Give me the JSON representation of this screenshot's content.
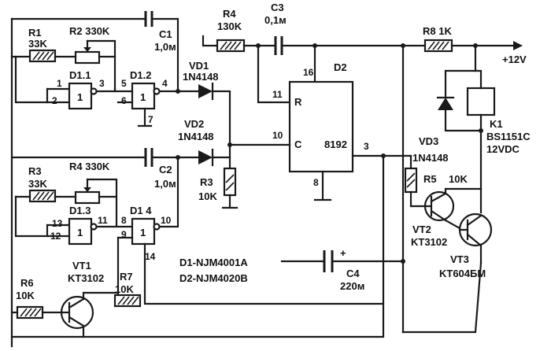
{
  "labels": {
    "r1_name": "R1",
    "r1_val": "33K",
    "r2": "R2 330K",
    "c1_name": "C1",
    "c1_val": "1,0м",
    "r4_name": "R4",
    "r4_val": "130K",
    "c3_name": "C3",
    "c3_val": "0,1м",
    "r8": "R8 1K",
    "vplus": "+12V",
    "d1_1": "D1.1",
    "d1_2": "D1.2",
    "vd1_name": "VD1",
    "vd1_type": "1N4148",
    "vd2_name": "VD2",
    "vd2_type": "1N4148",
    "d2_name": "D2",
    "d2_chip": "8192",
    "pin_r": "R",
    "pin_c": "C",
    "k1_name": "K1",
    "k1_type": "BS1151C",
    "k1_v": "12VDC",
    "vd3_name": "VD3",
    "vd3_type": "1N4148",
    "r5": "R5",
    "r5_val": "10K",
    "r3_name": "R3",
    "r3_val": "10K",
    "r3b_name": "R3",
    "r3b_val": "33K",
    "r4b": "R4 330K",
    "c2_name": "C2",
    "c2_val": "1,0м",
    "d1_3": "D1.3",
    "d1_4": "D1 4",
    "vt2_name": "VT2",
    "vt2_type": "KT3102",
    "vt3_name": "VT3",
    "vt3_type": "KT604БМ",
    "vt1_name": "VT1",
    "vt1_type": "KT3102",
    "r6_name": "R6",
    "r6_val": "10K",
    "r7_name": "R7",
    "r7_val": "10K",
    "chips1": "D1-NJM4001A",
    "chips2": "D2-NJM4020B",
    "c4_name": "C4",
    "c4_val": "220м",
    "c4_pol": "+"
  },
  "pins": {
    "p1": "1",
    "p2": "2",
    "p3": "3",
    "p4": "4",
    "p5": "5",
    "p6": "6",
    "p7": "7",
    "p8": "8",
    "p9": "9",
    "p10": "10",
    "p11": "11",
    "p12": "12",
    "p13": "13",
    "p14": "14",
    "d2_p16": "16",
    "d2_p11": "11",
    "d2_p10": "10",
    "d2_p3": "3",
    "d2_p8": "8"
  }
}
